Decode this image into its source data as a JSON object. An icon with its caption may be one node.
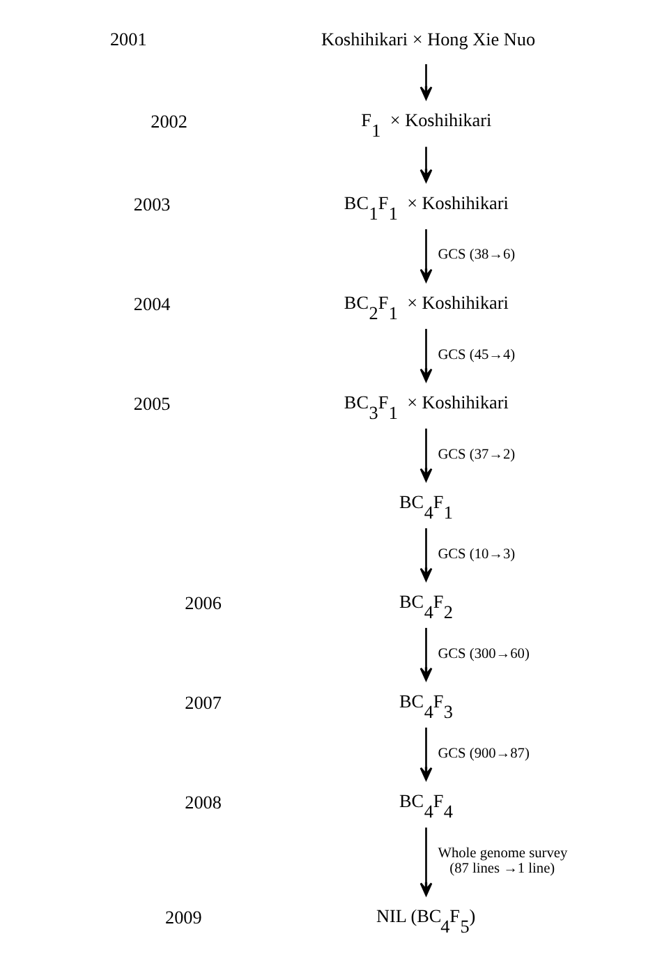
{
  "diagram": {
    "nodes": [
      {
        "text": [
          "Koshihikari × Hong Xie Nuo"
        ]
      },
      {
        "text": [
          "F$_{1}$ × Koshihikari"
        ]
      },
      {
        "text": [
          "BC$_{1}$F$_{1}$ × Koshihikari"
        ]
      },
      {
        "text": [
          "BC$_{2}$F$_{1}$ × Koshihikari"
        ]
      },
      {
        "text": [
          "BC$_{3}$F$_{1}$ × Koshihikari"
        ]
      },
      {
        "text": [
          "BC$_{4}$F$_{1}$"
        ]
      },
      {
        "text": [
          "BC$_{4}$F$_{2}$"
        ]
      },
      {
        "text": [
          "BC$_{4}$F$_{3}$"
        ]
      },
      {
        "text": [
          "BC$_{4}$F$_{4}$"
        ]
      },
      {
        "text": [
          "NIL (BC$_{4}$F$_{5}$)"
        ]
      }
    ],
    "edges": [
      {
        "from": 0,
        "to": 1,
        "arrow": "to"
      },
      {
        "from": 1,
        "to": 2,
        "arrow": "to"
      },
      {
        "from": 2,
        "to": 3,
        "arrow": "to",
        "label": "GCS (38→6)"
      },
      {
        "from": 3,
        "to": 4,
        "arrow": "to",
        "label": "GCS (45→4)"
      },
      {
        "from": 4,
        "to": 5,
        "arrow": "to",
        "label": "GCS (37→2)"
      },
      {
        "from": 5,
        "to": 6,
        "arrow": "to",
        "label": "GCS (10→3)"
      },
      {
        "from": 6,
        "to": 7,
        "arrow": "to",
        "label": "GCS (300→60)"
      },
      {
        "from": 7,
        "to": 8,
        "arrow": "to",
        "label": "GCS (900→87)"
      },
      {
        "from": 8,
        "to": 9,
        "arrow": "to",
        "label": "Whole genome survey (87 lines →1 line)"
      }
    ],
    "labels": [
      "2001",
      "2002",
      "2003",
      "2004",
      "2005",
      "2006",
      "2007",
      "2008",
      "2009"
    ]
  }
}
